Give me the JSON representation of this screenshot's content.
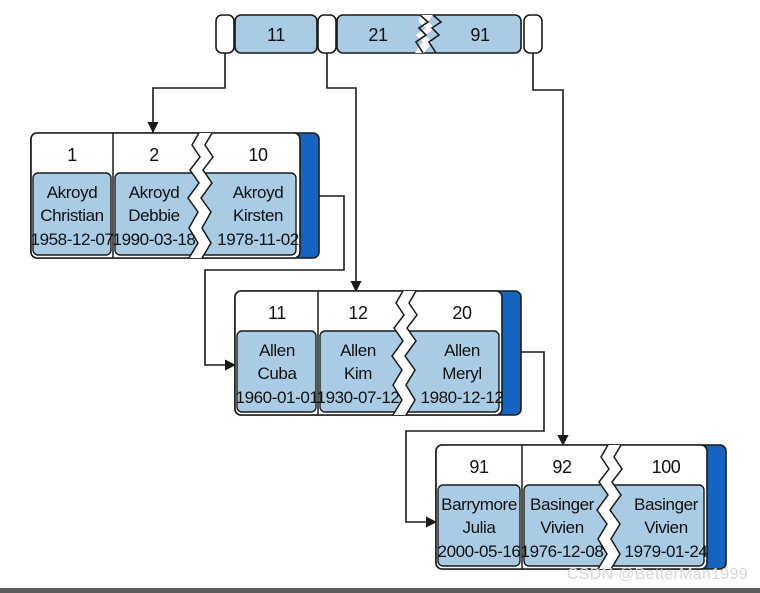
{
  "root": {
    "keys": [
      "11",
      "21",
      "91"
    ]
  },
  "leaves": [
    {
      "keys": [
        "1",
        "2",
        "10"
      ],
      "records": [
        [
          "Akroyd",
          "Christian",
          "1958-12-07"
        ],
        [
          "Akroyd",
          "Debbie",
          "1990-03-18"
        ],
        [
          "Akroyd",
          "Kirsten",
          "1978-11-02"
        ]
      ]
    },
    {
      "keys": [
        "11",
        "12",
        "20"
      ],
      "records": [
        [
          "Allen",
          "Cuba",
          "1960-01-01"
        ],
        [
          "Allen",
          "Kim",
          "1930-07-12"
        ],
        [
          "Allen",
          "Meryl",
          "1980-12-12"
        ]
      ]
    },
    {
      "keys": [
        "91",
        "92",
        "100"
      ],
      "records": [
        [
          "Barrymore",
          "Julia",
          "2000-05-16"
        ],
        [
          "Basinger",
          "Vivien",
          "1976-12-08"
        ],
        [
          "Basinger",
          "Vivien",
          "1979-01-24"
        ]
      ]
    }
  ],
  "watermark": "CSDN @BetterMan1999",
  "colors": {
    "record_fill": "#a9cbe3",
    "key_fill": "#ffffff",
    "outline": "#1a1a1a",
    "accent": "#1565c0"
  }
}
